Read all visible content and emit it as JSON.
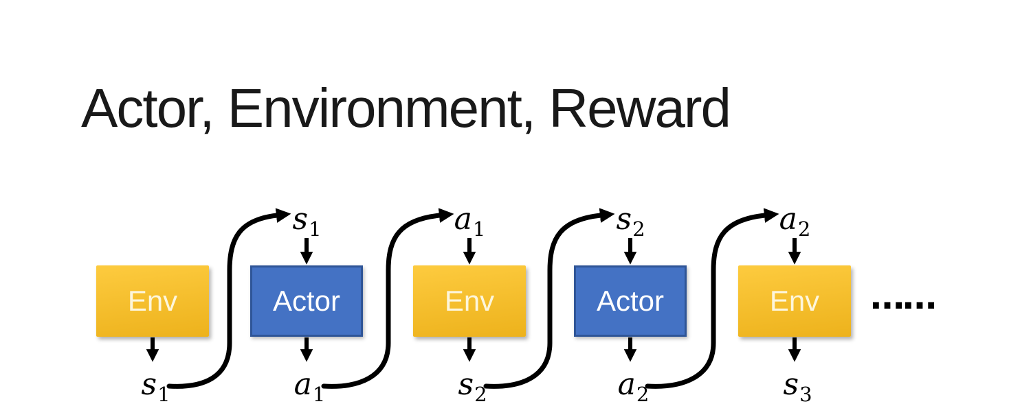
{
  "title": "Actor, Environment, Reward",
  "diagram": {
    "columns": [
      {
        "box": "Env",
        "type": "env",
        "bottom_label": {
          "base": "s",
          "sub": "1"
        }
      },
      {
        "box": "Actor",
        "type": "actor",
        "top_label": {
          "base": "s",
          "sub": "1"
        },
        "bottom_label": {
          "base": "a",
          "sub": "1"
        }
      },
      {
        "box": "Env",
        "type": "env",
        "top_label": {
          "base": "a",
          "sub": "1"
        },
        "bottom_label": {
          "base": "s",
          "sub": "2"
        }
      },
      {
        "box": "Actor",
        "type": "actor",
        "top_label": {
          "base": "s",
          "sub": "2"
        },
        "bottom_label": {
          "base": "a",
          "sub": "2"
        }
      },
      {
        "box": "Env",
        "type": "env",
        "top_label": {
          "base": "a",
          "sub": "2"
        },
        "bottom_label": {
          "base": "s",
          "sub": "3"
        }
      }
    ],
    "ellipsis": "……"
  },
  "colors": {
    "background": "#FFFFFF",
    "title_text": "#191919",
    "env_fill_top": "#FDCB3F",
    "env_fill_bottom": "#EDB21C",
    "env_text": "#FDF6DC",
    "actor_fill": "#4472C4",
    "actor_border": "#2F5597",
    "actor_text": "#FFFFFF",
    "arrow": "#000000"
  }
}
